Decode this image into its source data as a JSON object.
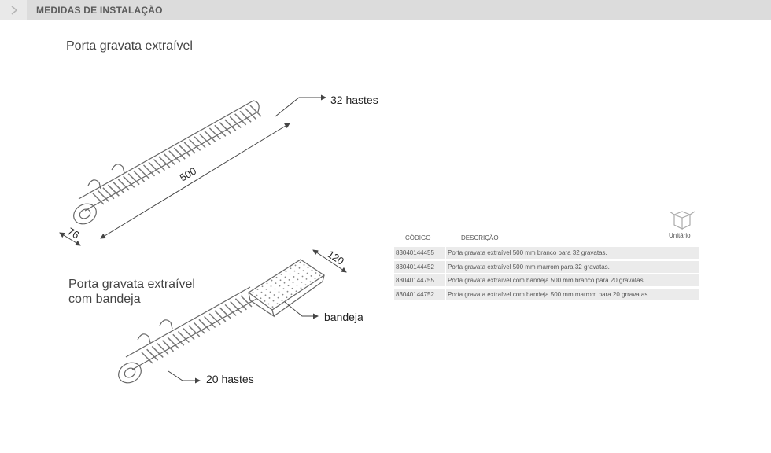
{
  "header": {
    "title": "MEDIDAS DE INSTALAÇÃO"
  },
  "product1": {
    "title": "Porta gravata extraível",
    "hastes_label": "32 hastes",
    "dim_length": "500",
    "dim_depth": "76"
  },
  "product2": {
    "title_line1": "Porta gravata extraível",
    "title_line2": "com bandeja",
    "dim_width": "120",
    "bandeja_label": "bandeja",
    "hastes_label": "20 hastes"
  },
  "table": {
    "col_code": "CÓDIGO",
    "col_desc": "DESCRIÇÃO",
    "unit_icon": "box-icon",
    "unit_label": "Unitário",
    "rows": [
      {
        "code": "83040144455",
        "desc": "Porta gravata extraível 500 mm branco para 32 gravatas."
      },
      {
        "code": "83040144452",
        "desc": "Porta gravata extraível 500 mm marrom para 32 gravatas."
      },
      {
        "code": "83040144755",
        "desc": "Porta gravata extraível com bandeja 500 mm branco para 20 gravatas."
      },
      {
        "code": "83040144752",
        "desc": "Porta gravata extraível com bandeja 500 mm marrom para 20 grravatas."
      }
    ]
  },
  "colors": {
    "header_bg": "#dcdcdc",
    "row_bg": "#ebebeb",
    "line": "#555555"
  }
}
